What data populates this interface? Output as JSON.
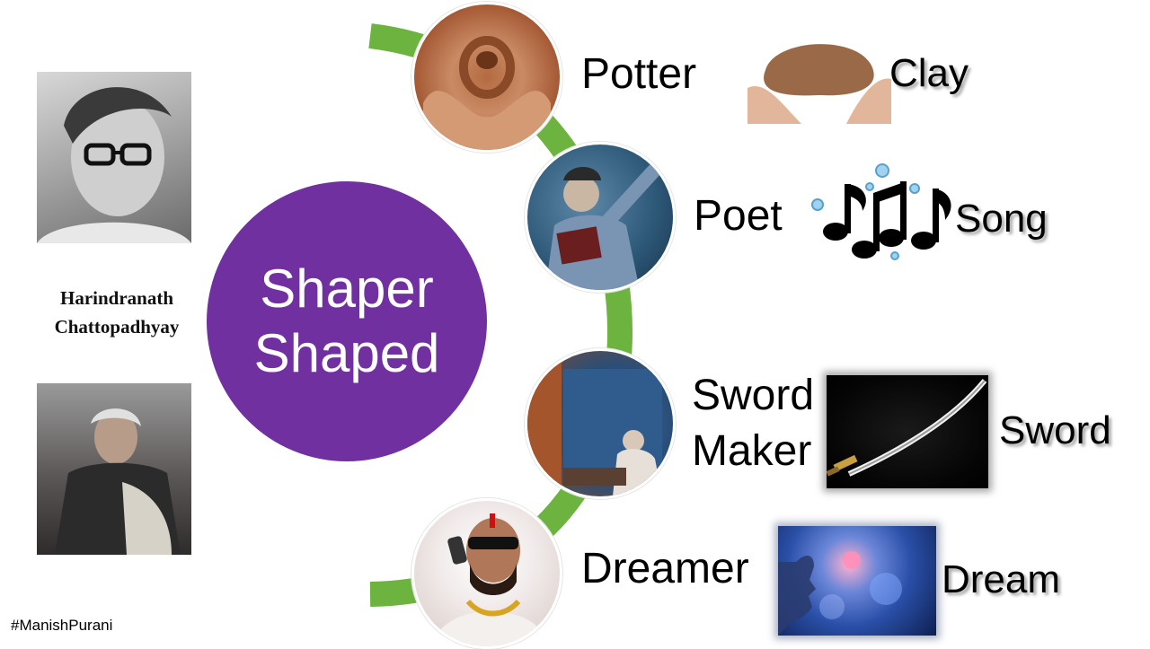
{
  "author": {
    "name_line1": "Harindranath",
    "name_line2": "Chattopadhyay"
  },
  "center": {
    "line1": "Shaper",
    "line2": "Shaped",
    "color": "#7030a0"
  },
  "arc_color": "#6cb33f",
  "nodes": [
    {
      "label": "Potter",
      "result": "Clay"
    },
    {
      "label": "Poet",
      "result": "Song"
    },
    {
      "label_line1": "Sword",
      "label_line2": "Maker",
      "result": "Sword"
    },
    {
      "label": "Dreamer",
      "result": "Dream"
    }
  ],
  "icons": {
    "potter": "pottery-hands-icon",
    "poet": "poet-reading-icon",
    "sword_maker": "blacksmith-icon",
    "dreamer": "dreamer-phone-icon",
    "clay": "clay-hands-icon",
    "song": "music-notes-icon",
    "sword": "sword-icon",
    "dream": "dream-face-icon"
  },
  "footer": {
    "hashtag": "#ManishPurani"
  }
}
